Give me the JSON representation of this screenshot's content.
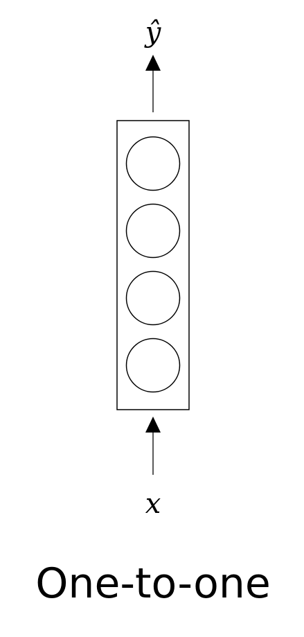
{
  "output_label": "ŷ",
  "input_label": "x",
  "caption": "One-to-one",
  "colors": {
    "stroke": "#000000",
    "background": "#ffffff"
  },
  "layer": {
    "neuron_count": 4
  }
}
